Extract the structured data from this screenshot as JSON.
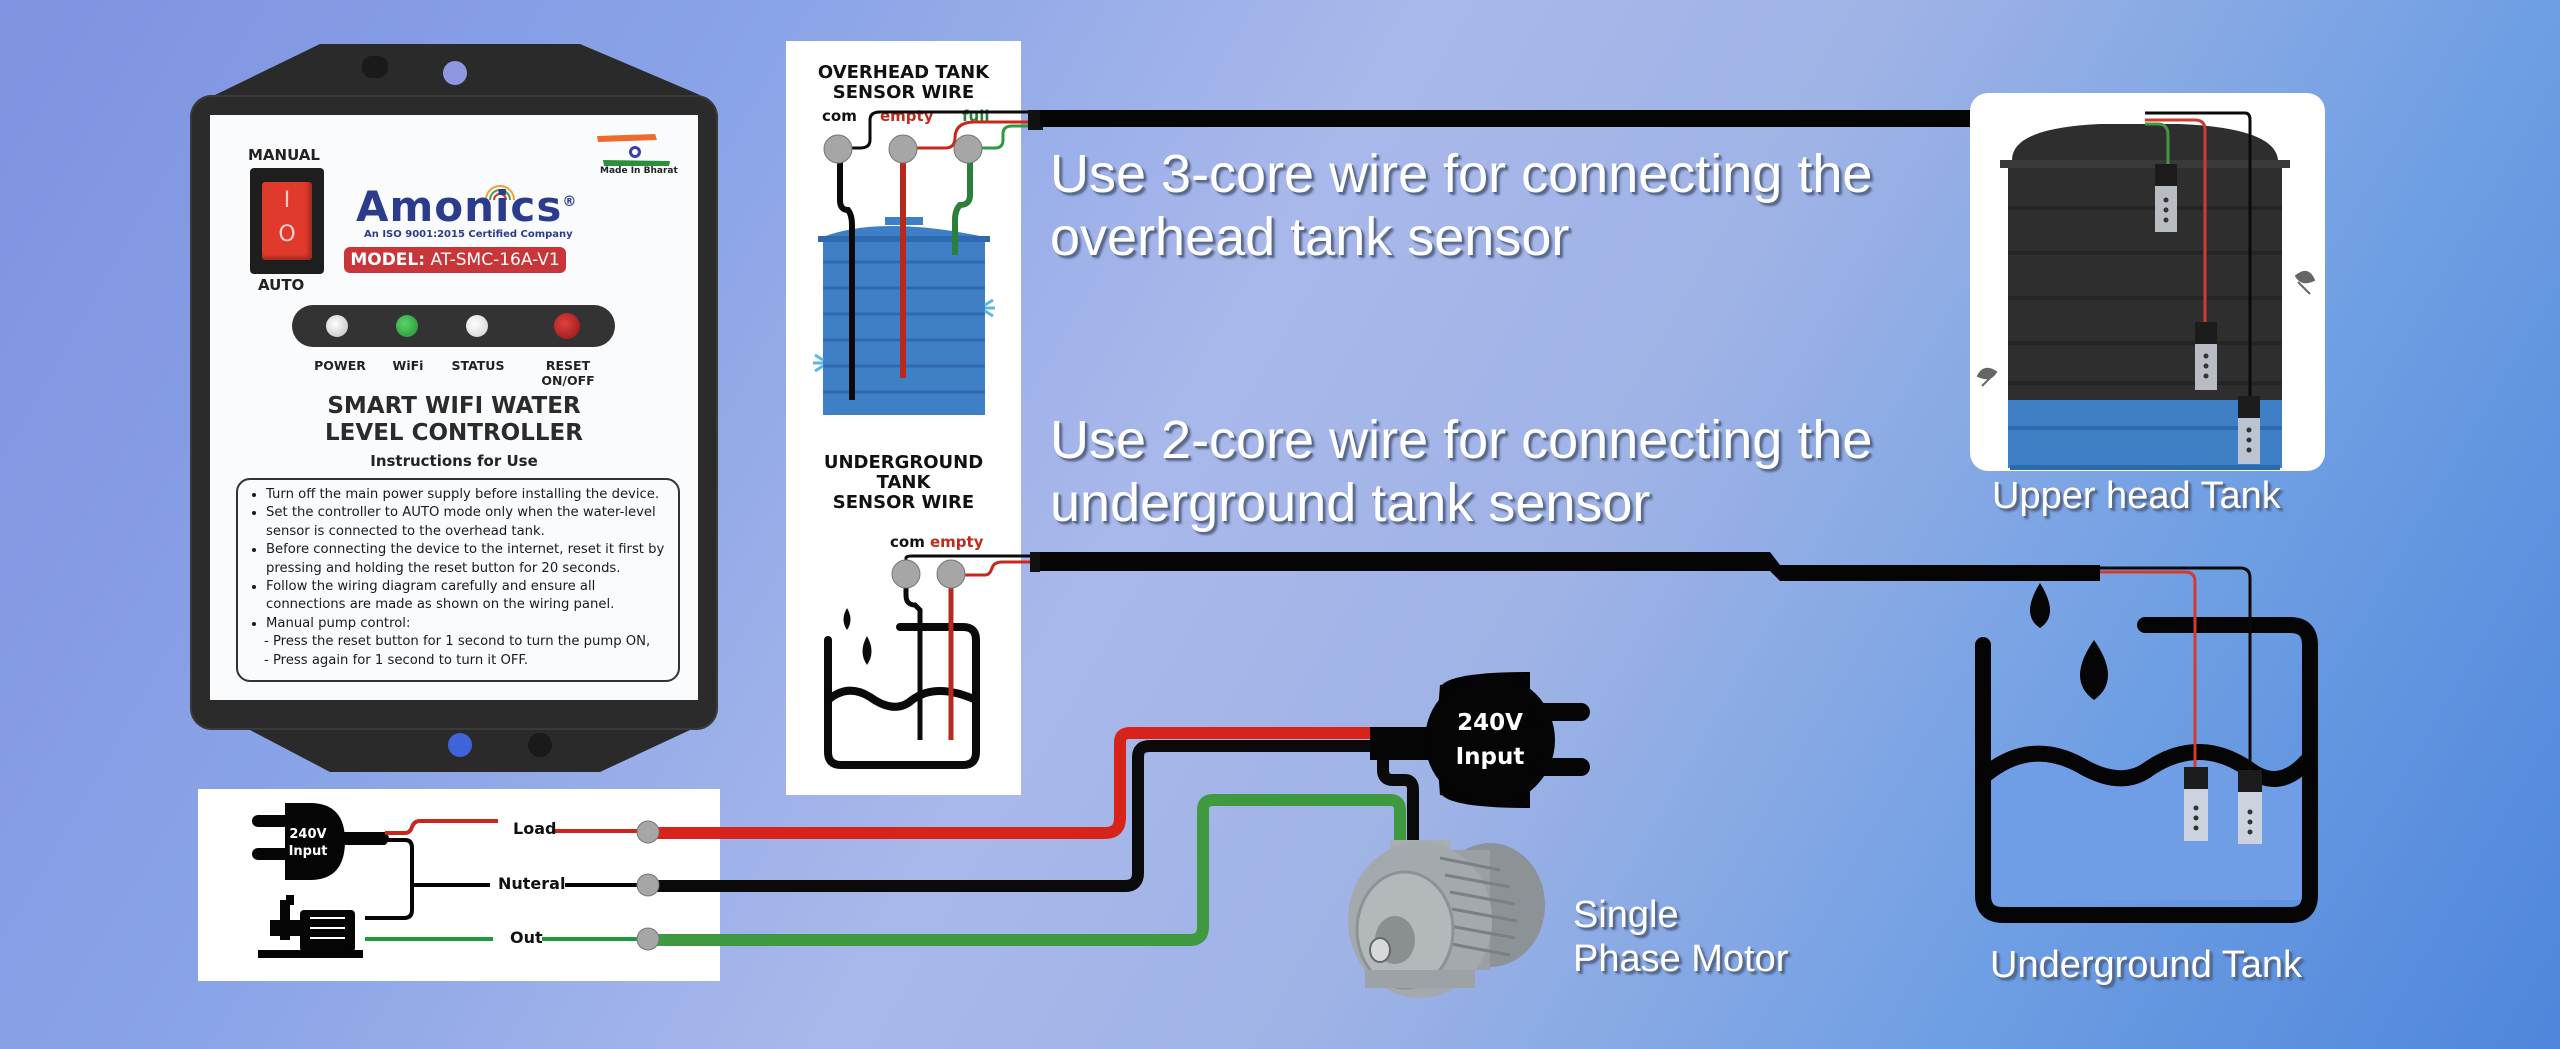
{
  "device": {
    "switch_top_label": "MANUAL",
    "switch_bottom_label": "AUTO",
    "switch_glyph_on": "I",
    "switch_glyph_off": "O",
    "brand": "Amonics",
    "brand_mark": "®",
    "certification": "An ISO 9001:2015 Certified Company",
    "model_prefix": "MODEL:",
    "model": "AT-SMC-16A-V1",
    "made_in": "Made In Bharat",
    "leds": [
      {
        "label": "POWER",
        "color": "#d9d9d9"
      },
      {
        "label": "WiFi",
        "color": "#1fa33a"
      },
      {
        "label": "STATUS",
        "color": "#e6e6e6"
      },
      {
        "label": "RESET\nON/OFF",
        "color": "#b3201f"
      }
    ],
    "title_line1": "SMART WIFI WATER",
    "title_line2": "LEVEL CONTROLLER",
    "instructions_heading": "Instructions for Use",
    "instructions": [
      "Turn off the main power supply before installing the device.",
      "Set the controller to AUTO mode only when the water-level sensor is connected to the overhead tank.",
      "Before connecting the device to the internet, reset it first by pressing and holding the reset button for 20 seconds.",
      "Follow the wiring diagram carefully and ensure all connections are made as shown on the wiring panel.",
      "Manual pump control:"
    ],
    "manual_steps": [
      "- Press the reset button for 1 second to turn the pump ON,",
      "- Press again for 1 second to turn it OFF."
    ]
  },
  "sensor_panel": {
    "overhead_title_line1": "OVERHEAD TANK",
    "overhead_title_line2": "SENSOR WIRE",
    "overhead_terminals": [
      "com",
      "empty",
      "full"
    ],
    "underground_title_line1": "UNDERGROUND",
    "underground_title_line2": "TANK",
    "underground_title_line3": "SENSOR WIRE",
    "underground_terminals": [
      "com",
      "empty"
    ]
  },
  "power_panel": {
    "plug_label_line1": "240V",
    "plug_label_line2": "Input",
    "terminals": [
      "Load",
      "Nuteral",
      "Out"
    ]
  },
  "notes": {
    "overhead_line1": "Use 3-core wire for connecting the",
    "overhead_line2": "overhead tank sensor",
    "underground_line1": "Use 2-core wire for connecting the",
    "underground_line2": "underground tank sensor"
  },
  "plug": {
    "line1": "240V",
    "line2": "Input"
  },
  "motor_label": {
    "line1": "Single",
    "line2": "Phase Motor"
  },
  "tank_labels": {
    "upper": "Upper head Tank",
    "underground": "Underground Tank"
  },
  "colors": {
    "wire_red": "#d8231a",
    "wire_black": "#0a0a0a",
    "wire_green": "#3f9a3f",
    "model_badge": "#c8363a",
    "brand_blue": "#2b3c8c",
    "tank_blue": "#3f7fc6"
  }
}
